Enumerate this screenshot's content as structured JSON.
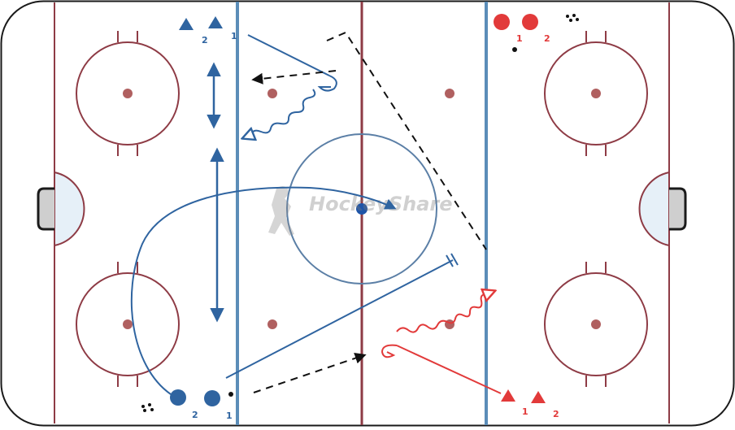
{
  "watermark": {
    "brand": "HockeyShare"
  },
  "colors": {
    "board": "#1a1a1a",
    "red_line": "#8e3b45",
    "blue_line": "#5b8db8",
    "center_circle": "#5b7fa6",
    "faceoff_dot": "#b06060",
    "crease_fill": "#e6f0f8",
    "team_blue": "#2f64a0",
    "team_red": "#e23a3a",
    "pass_path": "#111111",
    "ice": "#ffffff"
  },
  "players": {
    "blue_triangles": [
      {
        "label": "2"
      },
      {
        "label": "1"
      }
    ],
    "blue_circles": [
      {
        "label": "2"
      },
      {
        "label": "1"
      }
    ],
    "red_circles": [
      {
        "label": "1"
      },
      {
        "label": "2"
      }
    ],
    "red_triangles": [
      {
        "label": "1"
      },
      {
        "label": "2"
      }
    ]
  },
  "icons": {
    "puck": "puck-icon",
    "puck_pile": "puck-pile-icon",
    "net": "net-icon"
  }
}
